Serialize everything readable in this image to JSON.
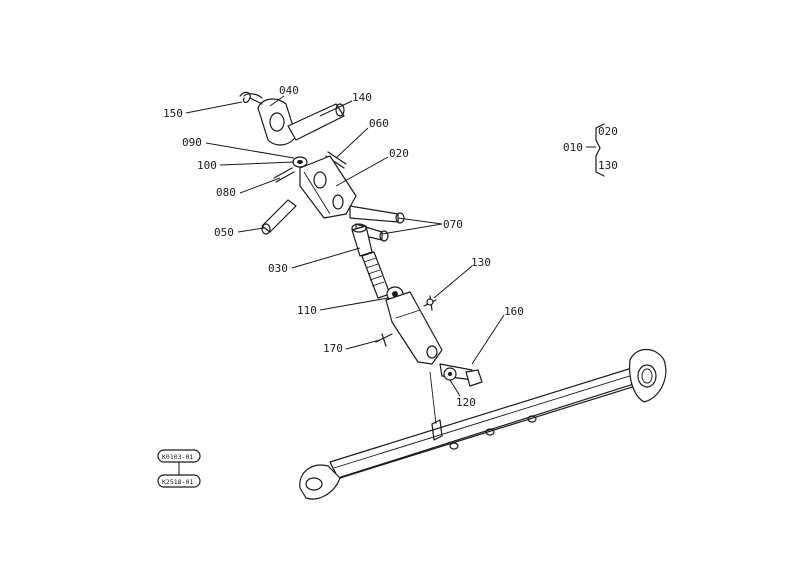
{
  "callouts": {
    "c150": "150",
    "c040": "040",
    "c140": "140",
    "c060": "060",
    "c090": "090",
    "c100": "100",
    "c020": "020",
    "c080": "080",
    "c050": "050",
    "c070": "070",
    "c030": "030",
    "c130": "130",
    "c110": "110",
    "c160": "160",
    "c170": "170",
    "c120": "120"
  },
  "assembly_key": {
    "parent": "010",
    "first": "020",
    "last": "130"
  },
  "reference_codes": [
    "K0103-01",
    "K2518-01"
  ]
}
